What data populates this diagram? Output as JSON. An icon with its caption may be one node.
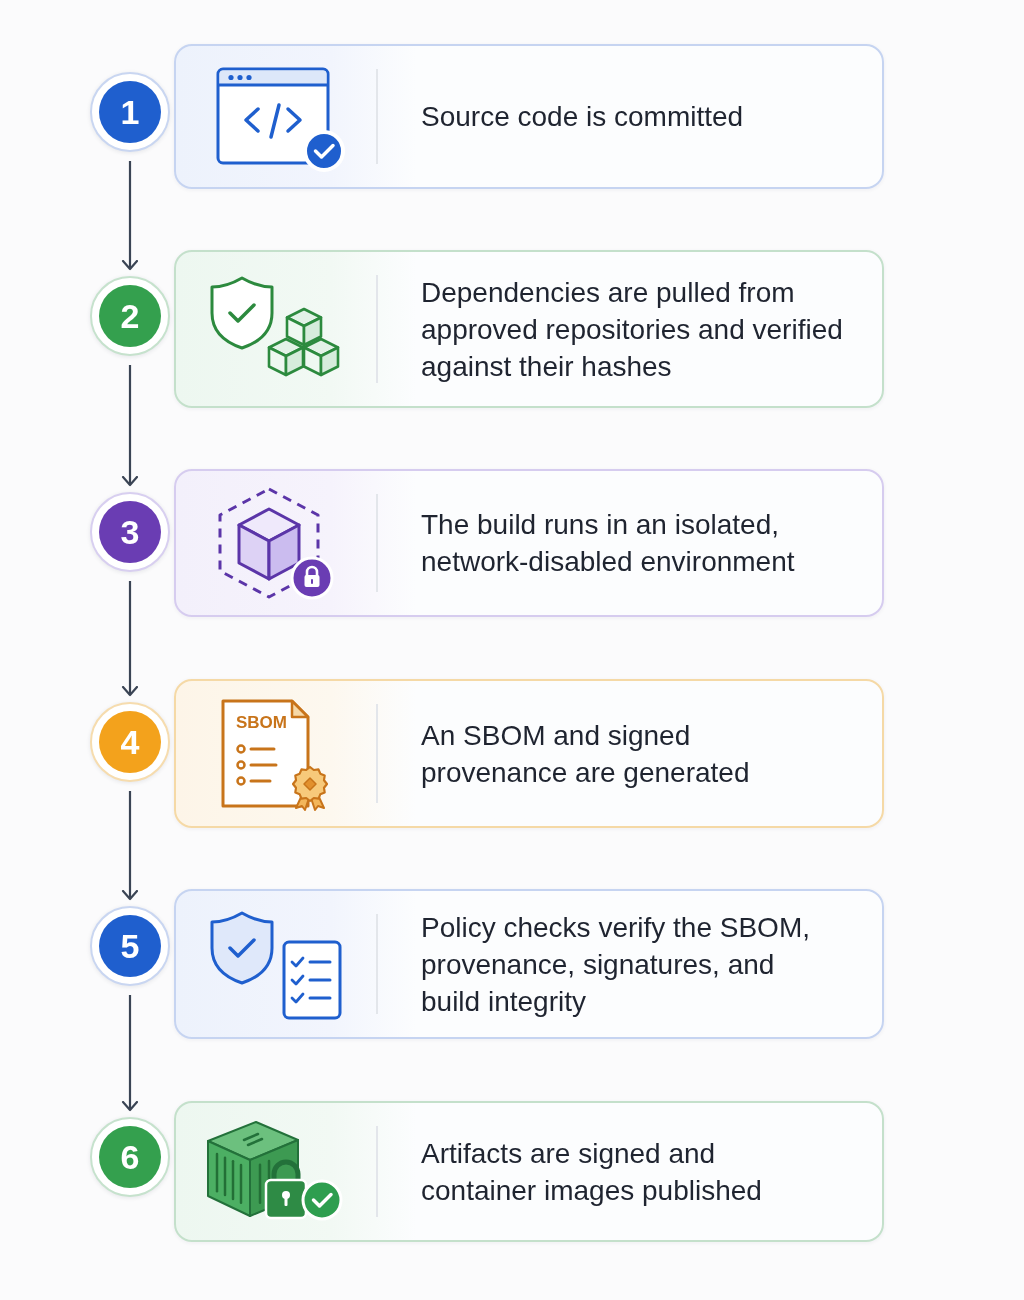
{
  "diagram": {
    "nodes": [
      {
        "text": [
          "1"
        ]
      },
      {
        "text": [
          "Source code is committed"
        ]
      },
      {
        "text": [
          "2"
        ]
      },
      {
        "text": [
          "Dependencies are pulled from approved repositories and verified against their hashes"
        ]
      },
      {
        "text": [
          "3"
        ]
      },
      {
        "text": [
          "The build runs in an isolated, network-disabled environment"
        ]
      },
      {
        "text": [
          "4"
        ]
      },
      {
        "text": [
          "An SBOM and signed provenance are generated"
        ]
      },
      {
        "text": [
          "5"
        ]
      },
      {
        "text": [
          "Policy checks verify the SBOM, provenance, signatures, and build integrity"
        ]
      },
      {
        "text": [
          "6"
        ]
      },
      {
        "text": [
          "Artifacts are signed and container images published"
        ]
      }
    ],
    "edges": [
      {
        "from": 0,
        "to": 2,
        "arrow": "to"
      },
      {
        "from": 2,
        "to": 4,
        "arrow": "to"
      },
      {
        "from": 4,
        "to": 6,
        "arrow": "to"
      },
      {
        "from": 6,
        "to": 8,
        "arrow": "to"
      },
      {
        "from": 8,
        "to": 10,
        "arrow": "to"
      }
    ],
    "labels": [
      "SBOM"
    ]
  }
}
